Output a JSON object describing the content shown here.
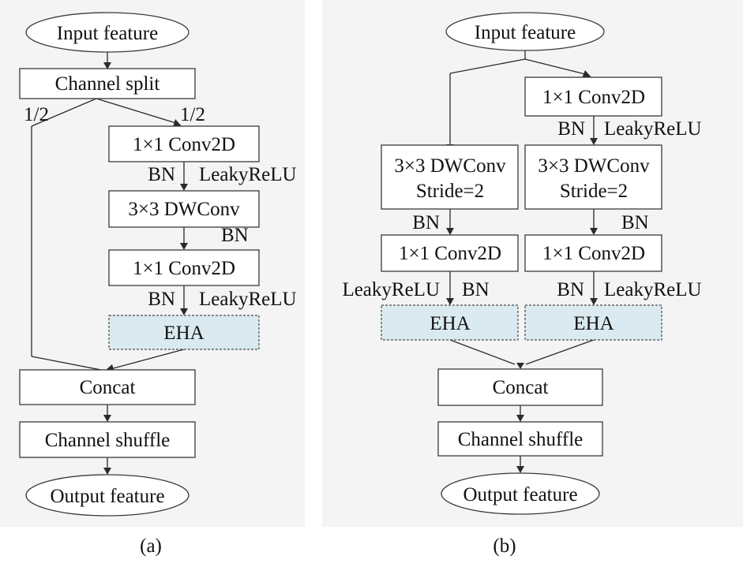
{
  "panel_a": {
    "caption": "(a)",
    "input": "Input feature",
    "split": "Channel split",
    "half_left": "1/2",
    "half_right": "1/2",
    "conv1": "1×1 Conv2D",
    "lbl1_bn": "BN",
    "lbl1_act": "LeakyReLU",
    "dwconv": "3×3 DWConv",
    "lbl2_bn": "BN",
    "conv2": "1×1 Conv2D",
    "lbl3_bn": "BN",
    "lbl3_act": "LeakyReLU",
    "eha": "EHA",
    "concat": "Concat",
    "shuffle": "Channel shuffle",
    "output": "Output feature"
  },
  "panel_b": {
    "caption": "(b)",
    "input": "Input feature",
    "right_conv1": "1×1 Conv2D",
    "right_lbl1_bn": "BN",
    "right_lbl1_act": "LeakyReLU",
    "left_dw_line1": "3×3 DWConv",
    "left_dw_line2": "Stride=2",
    "right_dw_line1": "3×3 DWConv",
    "right_dw_line2": "Stride=2",
    "left_lbl2_bn": "BN",
    "right_lbl2_bn": "BN",
    "left_conv": "1×1 Conv2D",
    "right_conv2": "1×1 Conv2D",
    "left_lbl3_act": "LeakyReLU",
    "left_lbl3_bn": "BN",
    "right_lbl3_bn": "BN",
    "right_lbl3_act": "LeakyReLU",
    "left_eha": "EHA",
    "right_eha": "EHA",
    "concat": "Concat",
    "shuffle": "Channel shuffle",
    "output": "Output feature"
  }
}
